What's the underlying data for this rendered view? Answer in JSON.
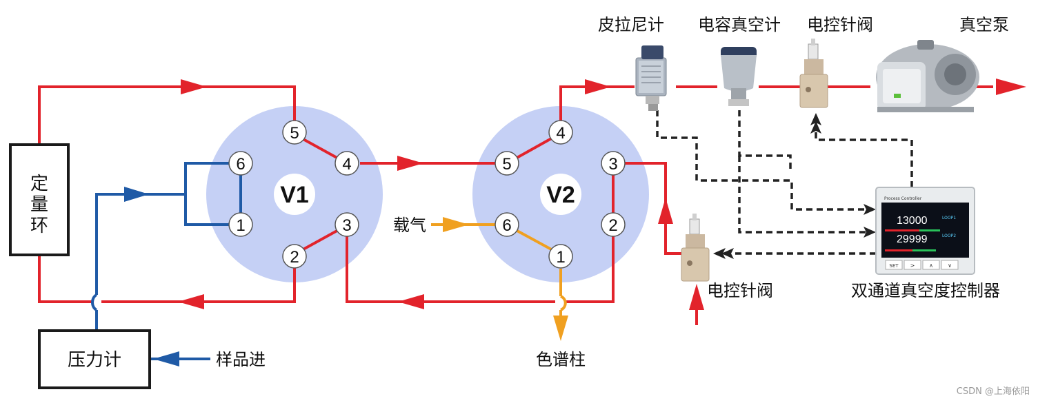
{
  "colors": {
    "gas_line": "#e2232b",
    "sample_line": "#1f5aa6",
    "carrier_line": "#f0a020",
    "signal_line": "#222222",
    "valve_disk": "#c5d0f5",
    "device_box": "#1a1a1a"
  },
  "valves": [
    {
      "label": "V1",
      "ports": [
        "1",
        "2",
        "3",
        "4",
        "5",
        "6"
      ]
    },
    {
      "label": "V2",
      "ports": [
        "1",
        "2",
        "3",
        "4",
        "5",
        "6"
      ]
    }
  ],
  "boxes": {
    "quant_loop": [
      "定",
      "量",
      "环"
    ],
    "pressure_gauge": "压力计"
  },
  "labels": {
    "sample_in": "样品进",
    "carrier_gas": "载气",
    "column": "色谱柱",
    "needle_valve_top": "电控针阀",
    "needle_valve_bottom": "电控针阀",
    "pirani": "皮拉尼计",
    "capacitance": "电容真空计",
    "vacuum_pump": "真空泵",
    "controller": "双通道真空度控制器"
  },
  "controller_display": {
    "header": "Process Controller",
    "channel_1_value": "13000",
    "channel_2_value": "29999",
    "channel_1_tag": "LOOP1",
    "channel_2_tag": "LOOP2",
    "keys": [
      "SET",
      ">",
      "∧",
      "∨"
    ]
  },
  "watermark": "CSDN @上海依阳",
  "icons": [
    "pirani-gauge-icon",
    "capacitance-gauge-icon",
    "needle-valve-icon",
    "vacuum-pump-icon",
    "controller-icon"
  ]
}
